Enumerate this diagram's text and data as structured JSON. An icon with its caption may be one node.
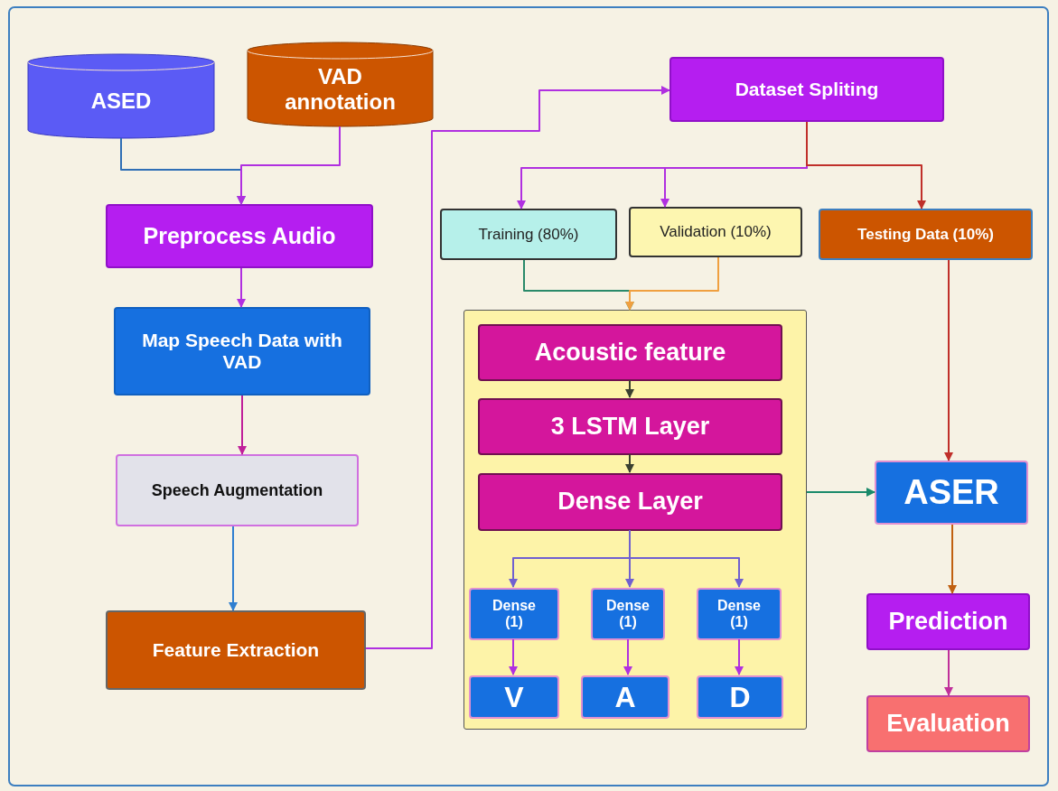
{
  "diagram": {
    "nodes": [
      {
        "text": [
          "ASED"
        ]
      },
      {
        "text": [
          "VAD annotation"
        ]
      },
      {
        "text": [
          "Preprocess Audio"
        ]
      },
      {
        "text": [
          "Map Speech Data with VAD"
        ]
      },
      {
        "text": [
          "Speech Augmentation"
        ]
      },
      {
        "text": [
          "Feature Extraction"
        ]
      },
      {
        "text": [
          "Dataset Spliting"
        ]
      },
      {
        "text": [
          "Training (80%)"
        ]
      },
      {
        "text": [
          "Validation (10%)"
        ]
      },
      {
        "text": [
          "Testing Data (10%)"
        ]
      },
      {
        "text": [],
        "shape": "box"
      },
      {
        "text": [
          "Acoustic feature"
        ],
        "in": 10
      },
      {
        "text": [
          "3 LSTM Layer"
        ],
        "in": 10
      },
      {
        "text": [
          "Dense Layer"
        ],
        "in": 10
      },
      {
        "text": [
          "Dense (1)"
        ],
        "in": 10
      },
      {
        "text": [
          "Dense (1)"
        ],
        "in": 10
      },
      {
        "text": [
          "Dense (1)"
        ],
        "in": 10
      },
      {
        "text": [
          "V"
        ],
        "in": 10
      },
      {
        "text": [
          "A"
        ],
        "in": 10
      },
      {
        "text": [
          "D"
        ],
        "in": 10
      },
      {
        "text": [
          "ASER"
        ]
      },
      {
        "text": [
          "Prediction"
        ]
      },
      {
        "text": [
          "Evaluation"
        ]
      }
    ],
    "edges": [
      {
        "from": 0,
        "to": 2,
        "arrow": "to",
        "color": "#2f6fb5"
      },
      {
        "from": 1,
        "to": 2,
        "arrow": "to"
      },
      {
        "from": 2,
        "to": 3,
        "arrow": "to"
      },
      {
        "from": 3,
        "to": 4,
        "arrow": "to",
        "color": "#c0209a"
      },
      {
        "from": 4,
        "to": 5,
        "arrow": "to",
        "color": "#2f7fd0"
      },
      {
        "from": 5,
        "to": 6,
        "arrow": "to"
      },
      {
        "from": 6,
        "to": 7,
        "arrow": "to"
      },
      {
        "from": 6,
        "to": 8,
        "arrow": "to"
      },
      {
        "from": 6,
        "to": 9,
        "arrow": "to",
        "color": "#c0302a"
      },
      {
        "from": 7,
        "to": 10,
        "arrow": "to",
        "color": "#2a8a6a"
      },
      {
        "from": 8,
        "to": 10,
        "arrow": "to",
        "color": "#f0a040"
      },
      {
        "from": 11,
        "to": 12,
        "arrow": "to",
        "color": "#3a4030"
      },
      {
        "from": 12,
        "to": 13,
        "arrow": "to",
        "color": "#3a4030"
      },
      {
        "from": 13,
        "to": 14,
        "arrow": "to",
        "color": "#7060d0"
      },
      {
        "from": 13,
        "to": 15,
        "arrow": "to",
        "color": "#7060d0"
      },
      {
        "from": 13,
        "to": 16,
        "arrow": "to",
        "color": "#7060d0"
      },
      {
        "from": 14,
        "to": 17,
        "arrow": "to"
      },
      {
        "from": 15,
        "to": 18,
        "arrow": "to"
      },
      {
        "from": 16,
        "to": 19,
        "arrow": "to"
      },
      {
        "from": 10,
        "to": 20,
        "arrow": "to",
        "color": "#1a8a6a"
      },
      {
        "from": 9,
        "to": 20,
        "arrow": "to",
        "color": "#c0302a"
      },
      {
        "from": 20,
        "to": 21,
        "arrow": "to",
        "color": "#c06010"
      },
      {
        "from": 21,
        "to": 22,
        "arrow": "to",
        "color": "#c0309a"
      }
    ]
  }
}
